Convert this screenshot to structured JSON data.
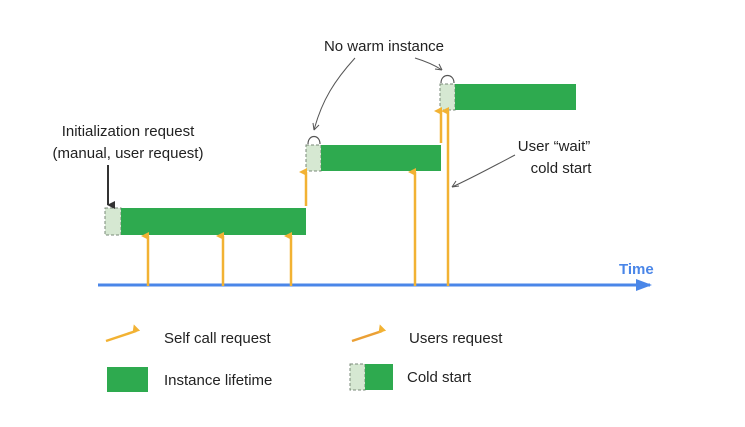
{
  "labels": {
    "init_line1": "Initialization request",
    "init_line2": "(manual, user request)",
    "no_warm": "No warm instance",
    "wait_line1": "User “wait”",
    "wait_line2": "cold start",
    "time": "Time"
  },
  "legend": {
    "self_call": "Self call request",
    "users_request": "Users request",
    "instance_lifetime": "Instance lifetime",
    "cold_start": "Cold start"
  },
  "colors": {
    "instance_green": "#2eaa4f",
    "cold_start_fill": "#d6e8d2",
    "cold_start_border": "#7a8a78",
    "self_call_arrow": "#f2b233",
    "users_request_arrow": "#eba035",
    "time_axis": "#4a86e8",
    "annotation": "#333333",
    "text": "#222222"
  },
  "icons": {
    "self_call": "orange-arrow-icon",
    "users_request": "orange-arrow-icon",
    "instance_lifetime": "green-bar-icon",
    "cold_start": "cold-start-block-icon"
  }
}
